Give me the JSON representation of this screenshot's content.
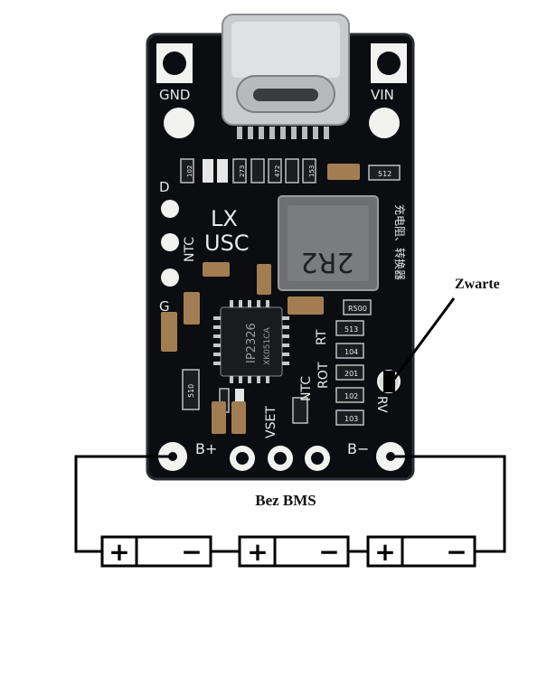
{
  "board": {
    "pad_labels": {
      "gnd": "GND",
      "vin": "VIN",
      "d": "D",
      "ntc_left": "NTC",
      "g": "G",
      "b_plus": "B+",
      "b_minus": "B−",
      "vset": "VSET",
      "ntc_right": "NTC",
      "rot": "ROT",
      "rt": "RT",
      "rv": "RV"
    },
    "silk_text": {
      "lx": "LX",
      "usc": "USC",
      "inductor": "2R2",
      "chip_line1": "IP2326",
      "chip_line2": "XK051CA",
      "res_r500": "R500",
      "res_513": "513",
      "res_104": "104",
      "res_201": "201",
      "res_102": "102",
      "res_103": "103",
      "res_512": "512",
      "res_510": "510",
      "res_102_top": "102",
      "res_273": "273",
      "res_472": "472",
      "res_153": "153",
      "cn_text": "充电阻、转换器"
    },
    "colors": {
      "pcb": "#0b0d10",
      "silk": "#e8e8e8",
      "pad": "#f2f2f0"
    }
  },
  "annotations": {
    "jumper_label": "Zwarte",
    "no_bms_label": "Bez BMS"
  },
  "cells": [
    {
      "plus": "+",
      "minus": "−"
    },
    {
      "plus": "+",
      "minus": "−"
    },
    {
      "plus": "+",
      "minus": "−"
    }
  ]
}
